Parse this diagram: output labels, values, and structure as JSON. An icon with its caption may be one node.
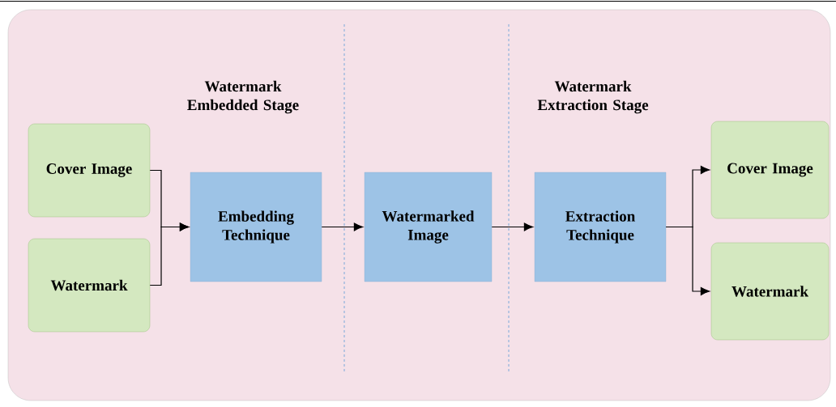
{
  "diagram": {
    "nodes": [
      {
        "text": [
          "Cover Image"
        ]
      },
      {
        "text": [
          "Watermark"
        ]
      },
      {
        "text": [
          "Embedding Technique"
        ]
      },
      {
        "text": [
          "Watermarked Image"
        ]
      },
      {
        "text": [
          "Extraction Technique"
        ]
      },
      {
        "text": [
          "Cover Image"
        ]
      },
      {
        "text": [
          "Watermark"
        ]
      }
    ],
    "edges": [
      {
        "from": 0,
        "to": 2,
        "arrow": "to"
      },
      {
        "from": 1,
        "to": 2,
        "arrow": "to"
      },
      {
        "from": 2,
        "to": 3,
        "arrow": "to"
      },
      {
        "from": 3,
        "to": 4,
        "arrow": "to"
      },
      {
        "from": 4,
        "to": 5,
        "arrow": "to"
      },
      {
        "from": 4,
        "to": 6,
        "arrow": "to"
      }
    ],
    "labels": [
      "Watermark Embedded Stage",
      "Watermark Extraction Stage"
    ]
  }
}
